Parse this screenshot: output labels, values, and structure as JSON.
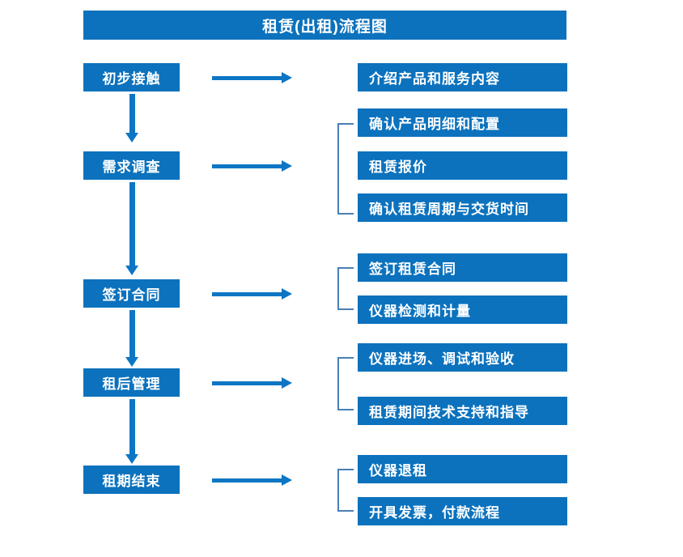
{
  "diagram": {
    "title": "租赁(出租)流程图",
    "type": "flowchart",
    "colors": {
      "box_fill": "#0c72bd",
      "box_text": "#ffffff",
      "arrow": "#0c76c4",
      "bracket": "#4a7fb5",
      "background": "#ffffff"
    },
    "stages": [
      {
        "label": "初步接触",
        "has_bracket": false,
        "details": [
          "介绍产品和服务内容"
        ]
      },
      {
        "label": "需求调查",
        "has_bracket": true,
        "details": [
          "确认产品明细和配置",
          "租赁报价",
          "确认租赁周期与交货时间"
        ]
      },
      {
        "label": "签订合同",
        "has_bracket": true,
        "details": [
          "签订租赁合同",
          "仪器检测和计量"
        ]
      },
      {
        "label": "租后管理",
        "has_bracket": true,
        "details": [
          "仪器进场、调试和验收",
          "租赁期间技术支持和指导"
        ]
      },
      {
        "label": "租期结束",
        "has_bracket": true,
        "details": [
          "仪器退租",
          "开具发票，付款流程"
        ]
      }
    ],
    "connectors": {
      "stage_to_detail": "right-arrow",
      "stage_to_stage": "down-arrow"
    }
  }
}
